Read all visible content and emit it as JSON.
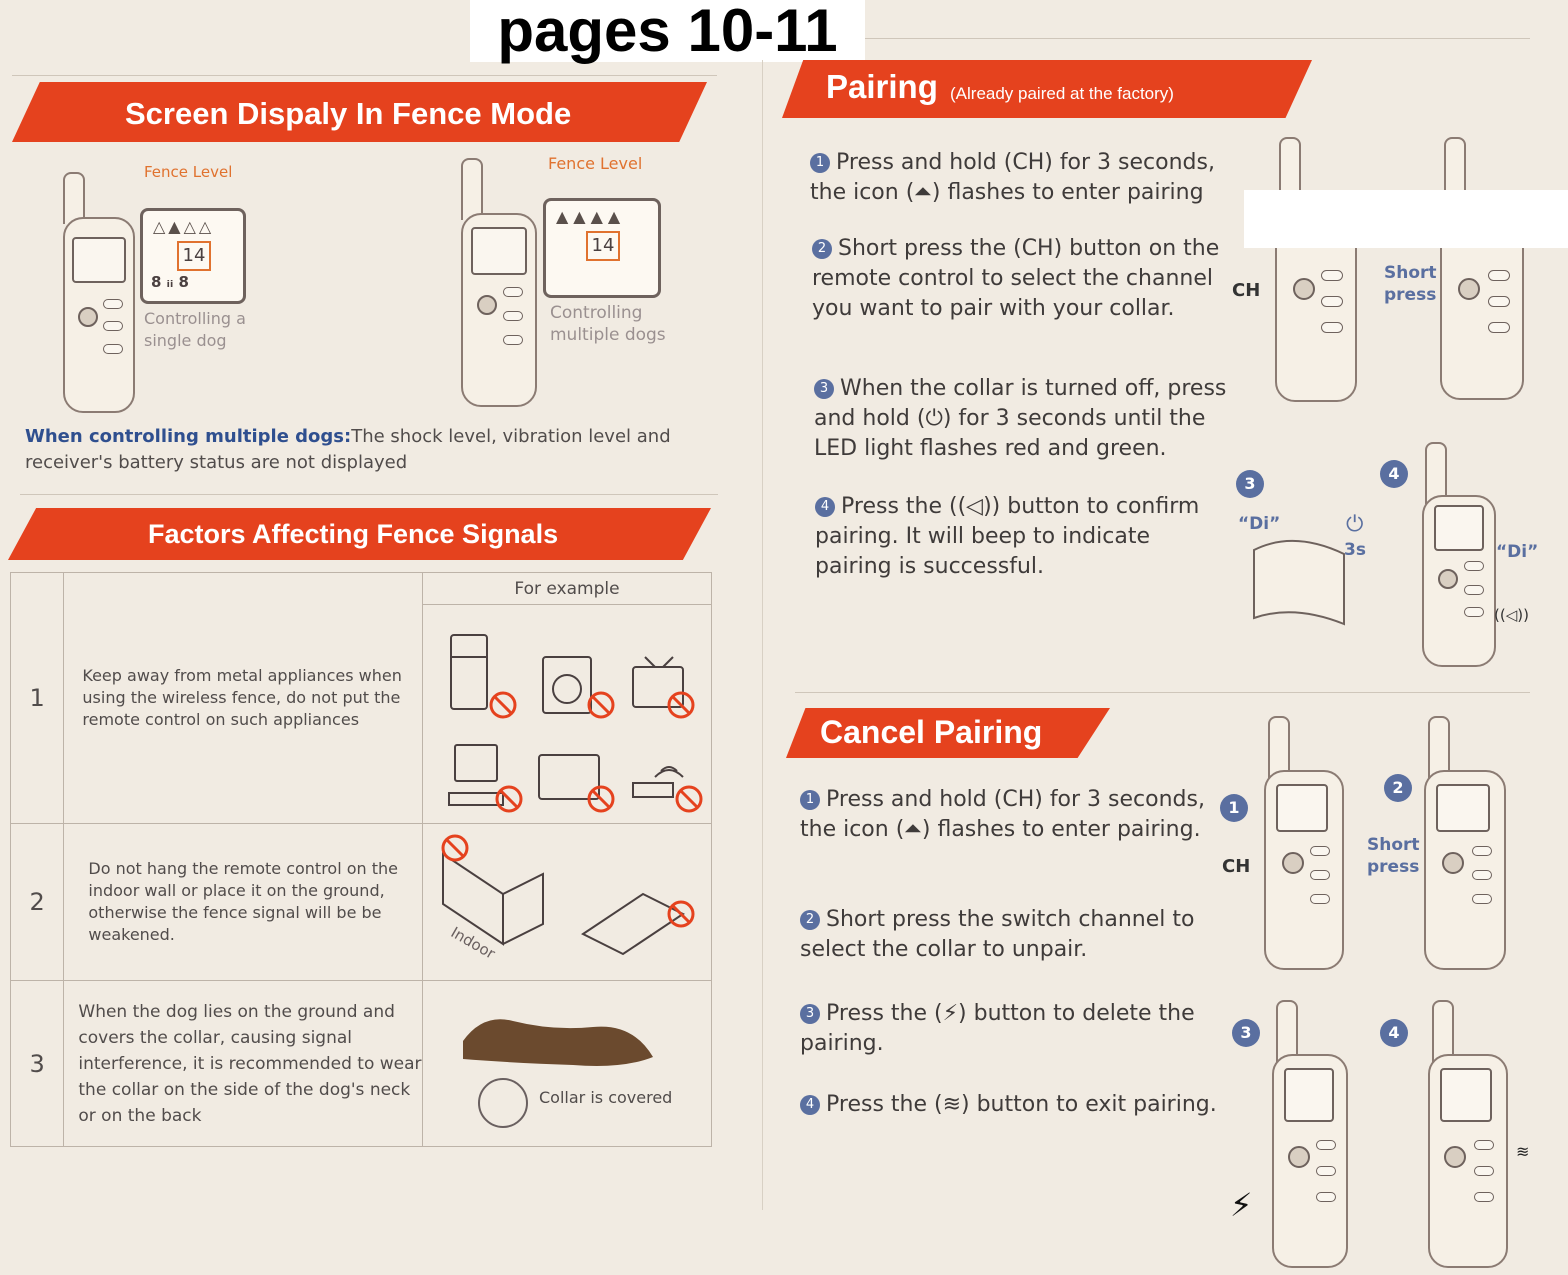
{
  "page_label": "pages 10-11",
  "left": {
    "fence_mode": {
      "title": "Screen Dispaly In Fence Mode",
      "fence_level_label": "Fence Level",
      "lcd_value": "14",
      "single_caption": "Controlling a single dog",
      "multi_caption": "Controlling multiple dogs",
      "note_bold": "When controlling multiple dogs:",
      "note_text": "The shock level, vibration level and receiver's battery status are not displayed"
    },
    "factors": {
      "title": "Factors Affecting Fence Signals",
      "example_header": "For example",
      "rows": [
        {
          "num": "1",
          "text": "Keep away from metal appliances when using the wireless fence, do not put the remote control on such appliances"
        },
        {
          "num": "2",
          "text": "Do not hang the remote control on the indoor wall or place it on the ground, otherwise the fence signal will be be weakened.",
          "indoor_label": "Indoor"
        },
        {
          "num": "3",
          "text": "When the dog lies on the ground and covers the collar, causing signal interference, it is recommended to wear the collar on the side of the dog's neck or on the back",
          "collar_label": "Collar is covered"
        }
      ]
    }
  },
  "right": {
    "pairing": {
      "title": "Pairing",
      "subtitle": "(Already paired at the factory)",
      "steps": [
        {
          "n": "1",
          "text": "Press and hold (CH) for 3 seconds, the icon (⏶) flashes to enter pairing"
        },
        {
          "n": "2",
          "text": "Short press the (CH) button on the remote control to select the channel you want to pair with your collar."
        },
        {
          "n": "3",
          "text": "When the collar is turned off, press and hold (⏻) for 3 seconds until the LED light flashes red and green."
        },
        {
          "n": "4",
          "text": "Press the ((◁)) button to confirm pairing. It will beep to indicate pairing is successful."
        }
      ],
      "labels": {
        "short_press": "Short press",
        "di": "“Di”",
        "three_s": "3s",
        "ch": "CH",
        "sound": "((◁))"
      }
    },
    "cancel": {
      "title": "Cancel Pairing",
      "steps": [
        {
          "n": "1",
          "text": "Press and hold (CH) for 3 seconds, the icon (⏶) flashes to enter pairing."
        },
        {
          "n": "2",
          "text": "Short press the switch channel to select the collar to unpair."
        },
        {
          "n": "3",
          "text": "Press the (⚡) button to delete the pairing."
        },
        {
          "n": "4",
          "text": "Press the (≋) button to exit pairing."
        }
      ],
      "labels": {
        "short_press": "Short press",
        "ch": "CH",
        "bolt": "⚡",
        "vib": "≋"
      }
    }
  },
  "colors": {
    "banner": "#e5421e",
    "accent_blue": "#5a6fa0",
    "fence_label": "#e0722f"
  }
}
